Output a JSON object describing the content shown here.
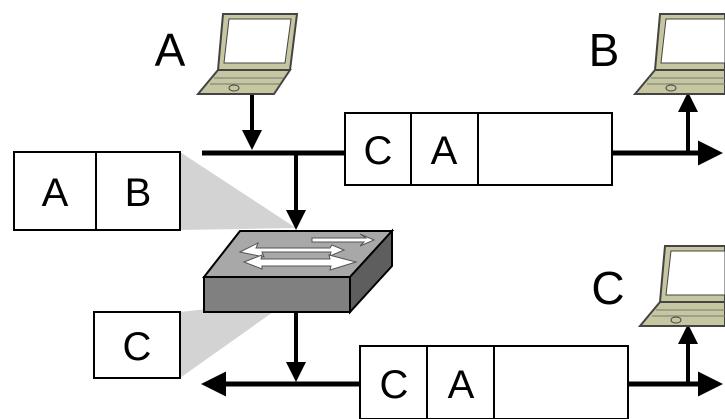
{
  "hosts": [
    {
      "label": "A",
      "icon": "laptop-icon"
    },
    {
      "label": "B",
      "icon": "laptop-icon"
    },
    {
      "label": "C",
      "icon": "laptop-icon"
    }
  ],
  "switch_icon": "network-switch-icon",
  "table_entries": {
    "port_1": [
      "A",
      "B"
    ],
    "port_2": [
      "C"
    ]
  },
  "frames": [
    {
      "dst": "C",
      "src": "A",
      "payload": ""
    },
    {
      "dst": "C",
      "src": "A",
      "payload": ""
    }
  ],
  "colors": {
    "laptop_body": "#c6c6a0",
    "laptop_screen": "#ffffff",
    "switch_top": "#a8a8a8",
    "switch_side": "#707070",
    "callout_shade": "#d3d3d3",
    "line": "#000000"
  }
}
